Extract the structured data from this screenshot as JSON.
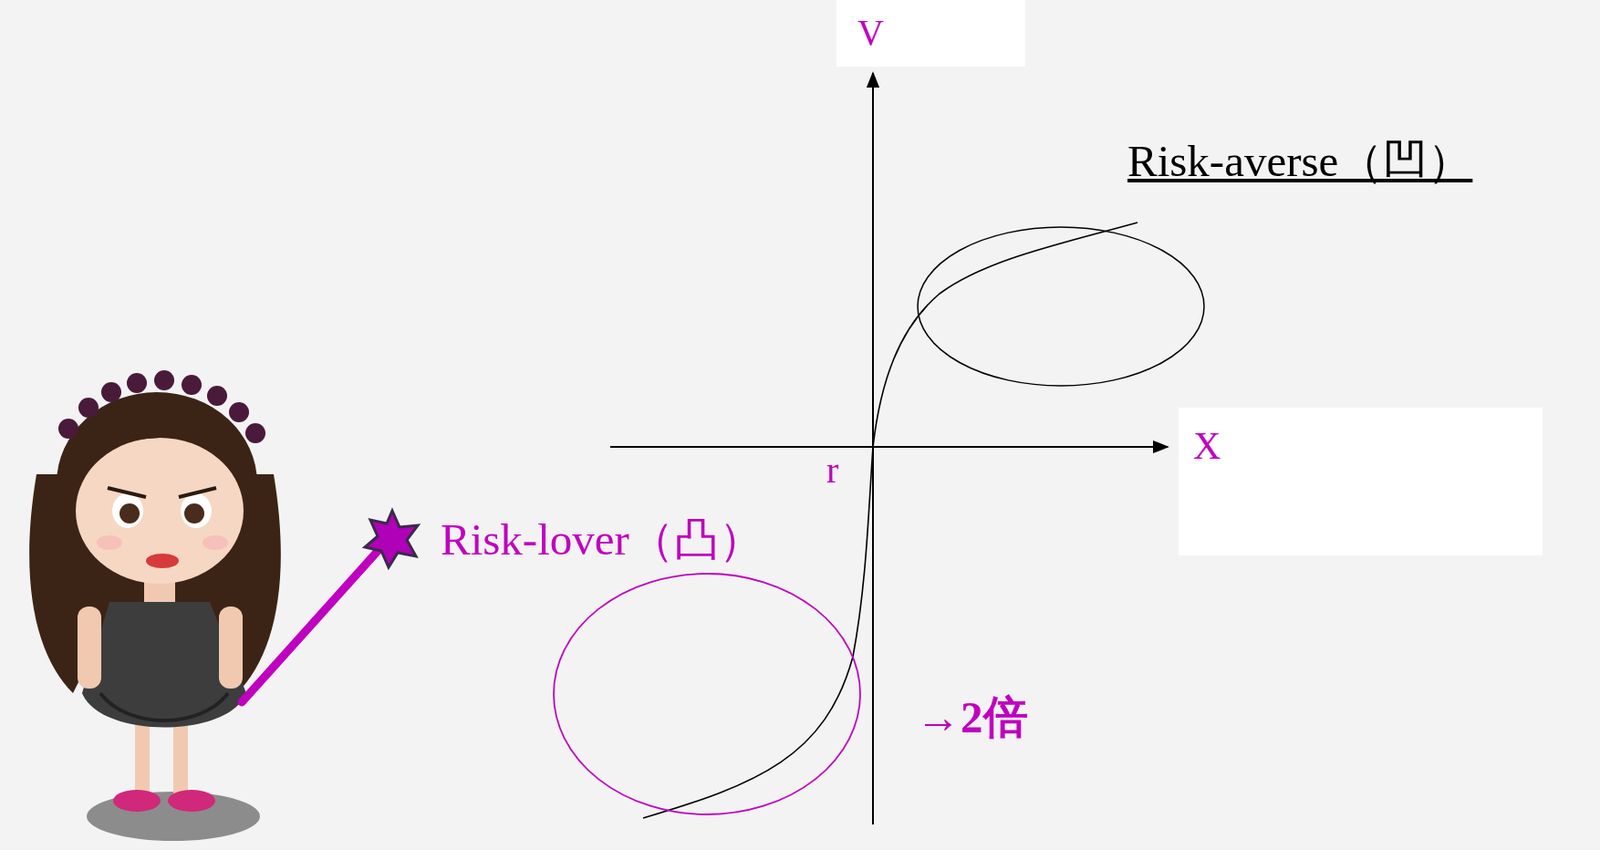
{
  "diagram": {
    "labels": [
      "V",
      "Risk-averse（凹）",
      "X",
      "r",
      "Risk-lover（凸）",
      "→2倍"
    ]
  }
}
